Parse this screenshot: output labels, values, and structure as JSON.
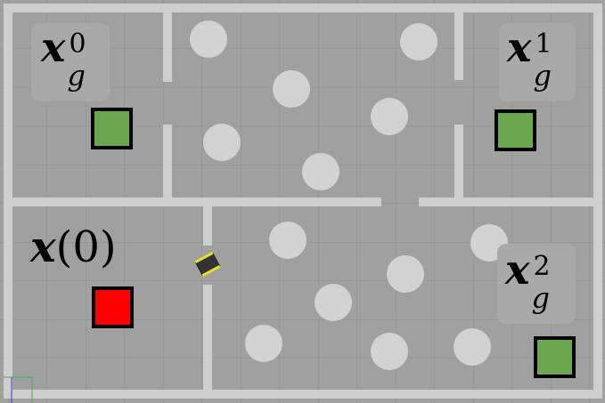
{
  "scene": {
    "colors": {
      "floor": "#a0a0a0",
      "grid": "#8f8f8f",
      "wall": "#cecece",
      "obstacle": "#d2d2d2",
      "goal": "#6aa84f",
      "start": "#ff0000",
      "marker_border": "#000000",
      "robot_body": "#333333",
      "robot_wheels": "#e8e020",
      "label_background": "#a9a9a9"
    },
    "labels": {
      "goal_0": {
        "base": "x",
        "sup": "0",
        "sub": "g"
      },
      "goal_1": {
        "base": "x",
        "sup": "1",
        "sub": "g"
      },
      "goal_2": {
        "base": "x",
        "sup": "2",
        "sub": "g"
      },
      "start": {
        "base": "x",
        "arg": "(0)"
      }
    },
    "markers": {
      "goal_0": "goal",
      "goal_1": "goal",
      "goal_2": "goal",
      "start": "start"
    }
  }
}
